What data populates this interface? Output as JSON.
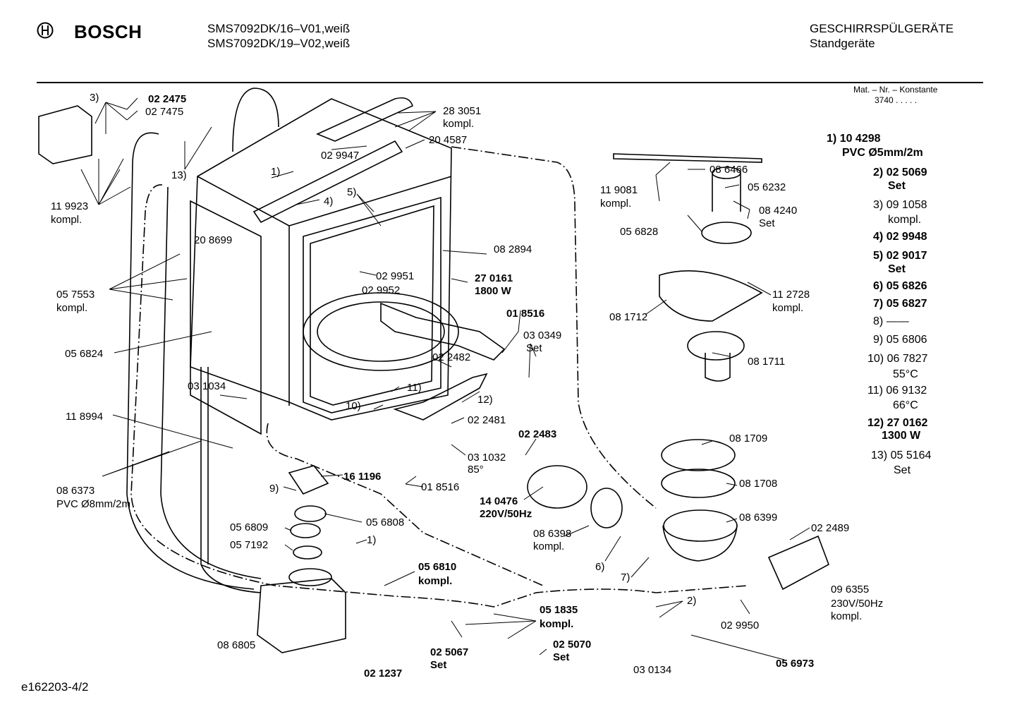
{
  "header": {
    "brand": "BOSCH",
    "models": [
      "SMS7092DK/16–V01,weiß",
      "SMS7092DK/19–V02,weiß"
    ],
    "category": "GESCHIRRSPÜLGERÄTE",
    "subcategory": "Standgeräte"
  },
  "mat": {
    "label": "Mat. – Nr. – Konstante",
    "value": "3740  .  .  .  .  ."
  },
  "legend": [
    {
      "n": "1)",
      "lines": [
        "10 4298",
        "PVC Ø5mm/2m"
      ],
      "bold": true
    },
    {
      "n": "2)",
      "lines": [
        "02 5069",
        "Set"
      ],
      "bold": true
    },
    {
      "n": "3)",
      "lines": [
        "09 1058",
        "kompl."
      ],
      "bold": false
    },
    {
      "n": "4)",
      "lines": [
        "02 9948"
      ],
      "bold": true
    },
    {
      "n": "5)",
      "lines": [
        "02 9017",
        "Set"
      ],
      "bold": true
    },
    {
      "n": "6)",
      "lines": [
        "05 6826"
      ],
      "bold": true
    },
    {
      "n": "7)",
      "lines": [
        "05 6827"
      ],
      "bold": true
    },
    {
      "n": "8)",
      "lines": [
        "——"
      ],
      "bold": false
    },
    {
      "n": "9)",
      "lines": [
        "05 6806"
      ],
      "bold": false
    },
    {
      "n": "10)",
      "lines": [
        "06 7827",
        "55°C"
      ],
      "bold": false
    },
    {
      "n": "11)",
      "lines": [
        "06 9132",
        "66°C"
      ],
      "bold": false
    },
    {
      "n": "12)",
      "lines": [
        "27 0162",
        "1300 W"
      ],
      "bold": true
    },
    {
      "n": "13)",
      "lines": [
        "05 5164",
        "Set"
      ],
      "bold": false
    }
  ],
  "callouts": {
    "c1": "02 2475",
    "c2": "02 7475",
    "c3": "3)",
    "c4": "11 9923",
    "c5": "kompl.",
    "c6": "13)",
    "c7": "28 3051",
    "c8": "kompl.",
    "c9": "20 4587",
    "c10": "02 9947",
    "c11": "1)",
    "c12": "4)",
    "c13": "5)",
    "c14": "20 8699",
    "c15": "08 2894",
    "c16": "02 9951",
    "c17": "02 9952",
    "c18": "27 0161",
    "c19": "1800 W",
    "c20": "05 7553",
    "c21": "kompl.",
    "c22": "01 8516",
    "c23": "03 0349",
    "c24": "Set",
    "c25": "05 6824",
    "c26": "02 2482",
    "c27": "03 1034",
    "c28": "11)",
    "c29": "10)",
    "c30": "12)",
    "c31": "11 8994",
    "c32": "02 2481",
    "c33": "02 2483",
    "c34": "03 1032",
    "c35": "85°",
    "c36": "08 6373",
    "c37": "PVC Ø8mm/2m",
    "c38": "9)",
    "c39": "16 1196",
    "c40": "01 8516",
    "c41": "14 0476",
    "c42": "220V/50Hz",
    "c43": "05 6808",
    "c44": "05 6809",
    "c45": "05 7192",
    "c46": "1)",
    "c47": "05 6810",
    "c48": "kompl.",
    "c49": "08 6398",
    "c50": "kompl.",
    "c51": "6)",
    "c52": "7)",
    "c53": "05 1835",
    "c54": "kompl.",
    "c55": "02 5067",
    "c56": "Set",
    "c57": "02 5070",
    "c58": "Set",
    "c59": "08 6805",
    "c60": "02 1237",
    "c61": "03 0134",
    "c62": "05 6973",
    "c63": "2)",
    "c64": "02 9950",
    "c65": "02 2489",
    "c66": "09 6355",
    "c67": "230V/50Hz",
    "c68": "kompl.",
    "c69": "08 6466",
    "c70": "11 9081",
    "c71": "kompl.",
    "c72": "05 6232",
    "c73": "08 4240",
    "c74": "Set",
    "c75": "05 6828",
    "c76": "11 2728",
    "c77": "kompl.",
    "c78": "08 1712",
    "c79": "08 1711",
    "c80": "08 1709",
    "c81": "08 1708",
    "c82": "08 6399"
  },
  "footer": "e162203-4/2"
}
